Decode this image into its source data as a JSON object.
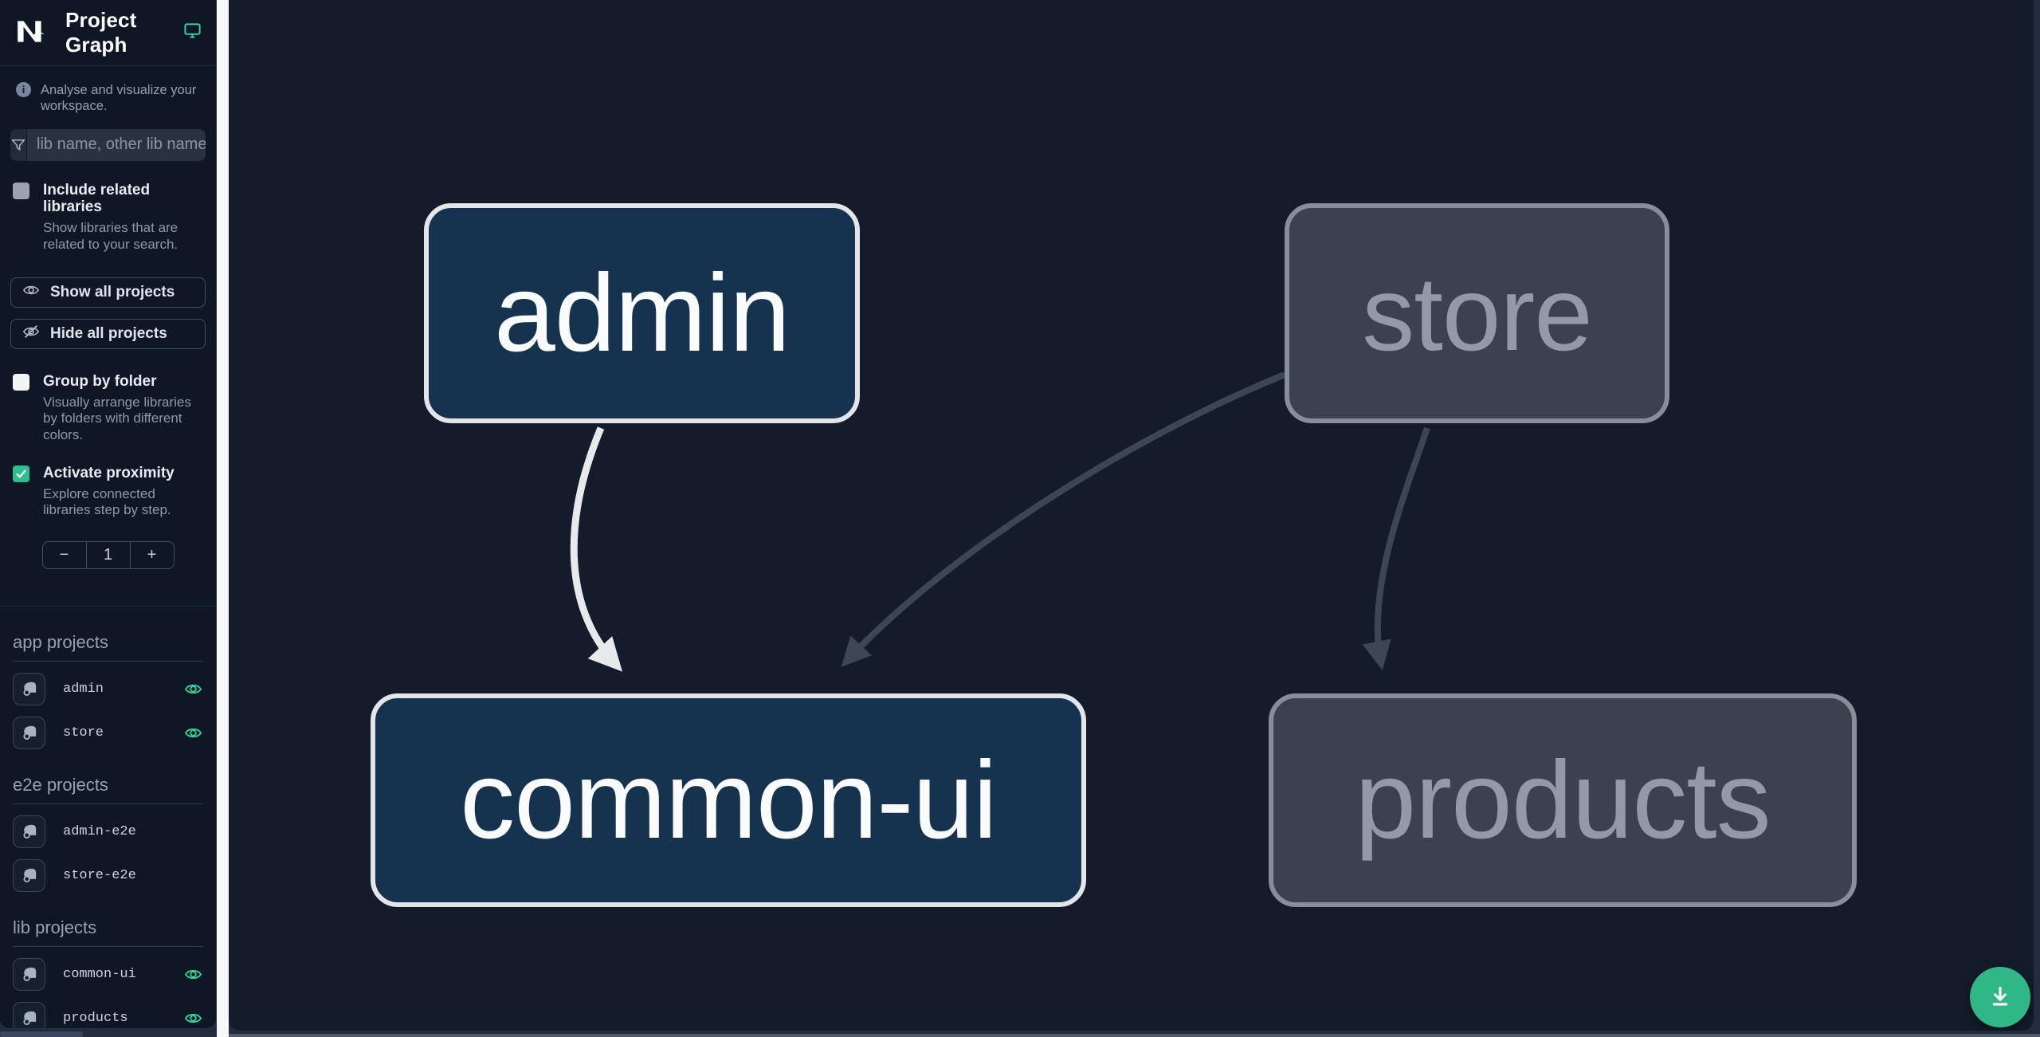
{
  "header": {
    "app_title": "Project Graph"
  },
  "sidebar": {
    "tagline": "Analyse and visualize your workspace.",
    "search": {
      "placeholder": "lib name, other lib name"
    },
    "checkboxes": [
      {
        "label": "Include related libraries",
        "description": "Show libraries that are related to your search.",
        "checked": false
      },
      {
        "label": "Group by folder",
        "description": "Visually arrange libraries by folders with different colors.",
        "checked": false
      },
      {
        "label": "Activate proximity",
        "description": "Explore connected libraries step by step.",
        "checked": true
      }
    ],
    "actions": [
      {
        "label": "Show all projects",
        "icon": "eye-icon"
      },
      {
        "label": "Hide all projects",
        "icon": "eye-off-icon"
      }
    ],
    "stepper": {
      "decrement": "−",
      "value": "1",
      "increment": "+"
    },
    "sections": [
      {
        "title": "app projects",
        "items": [
          {
            "name": "admin",
            "visible": true
          },
          {
            "name": "store",
            "visible": true
          }
        ]
      },
      {
        "title": "e2e projects",
        "items": [
          {
            "name": "admin-e2e",
            "visible": false
          },
          {
            "name": "store-e2e",
            "visible": false
          }
        ]
      },
      {
        "title": "lib projects",
        "items": [
          {
            "name": "common-ui",
            "visible": true
          },
          {
            "name": "products",
            "visible": true
          }
        ]
      }
    ]
  },
  "graph": {
    "nodes": [
      {
        "label": "admin",
        "type": "app",
        "state": "focused"
      },
      {
        "label": "store",
        "type": "app",
        "state": "faded"
      },
      {
        "label": "common-ui",
        "type": "lib",
        "state": "focused"
      },
      {
        "label": "products",
        "type": "lib",
        "state": "faded"
      }
    ],
    "edges": [
      {
        "source": "admin",
        "target": "common-ui",
        "emphasis": "highlighted"
      },
      {
        "source": "store",
        "target": "common-ui",
        "emphasis": "faded"
      },
      {
        "source": "store",
        "target": "products",
        "emphasis": "faded"
      }
    ]
  },
  "fab": {
    "icon": "download-icon"
  },
  "colors": {
    "accent_green": "#34d399",
    "fab_green": "#2fb787",
    "node_focused_bg": "#15334e",
    "node_focused_border": "#e4e5e7",
    "node_faded_bg": "#3a4250",
    "node_faded_border": "#878e99",
    "edge_light": "#e8e9eb",
    "edge_dark": "#3d4655",
    "canvas_bg": "#141c2b",
    "sidebar_bg": "#0f1726"
  }
}
